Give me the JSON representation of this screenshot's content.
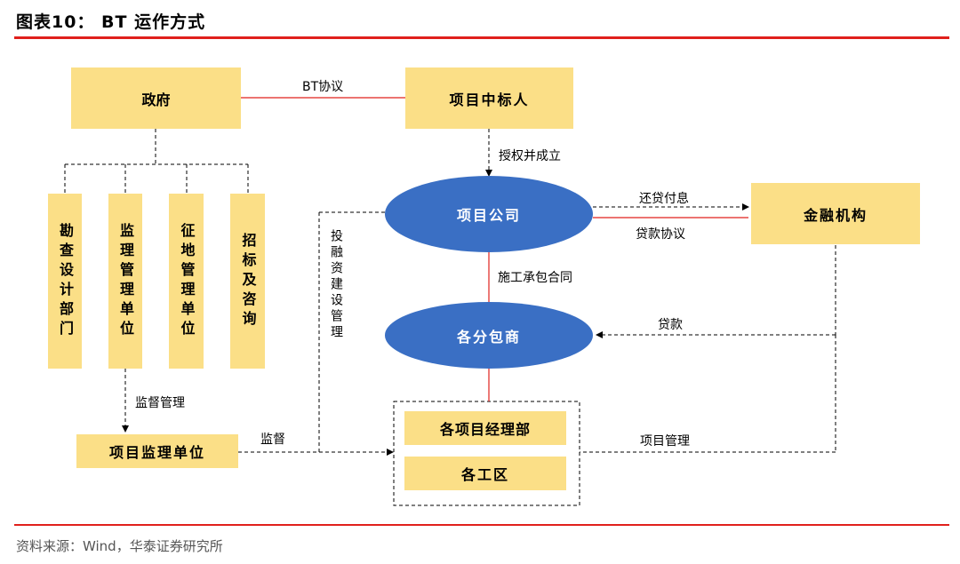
{
  "header": {
    "title": "图表10：  BT 运作方式"
  },
  "footer": {
    "source": "资料来源：Wind，华泰证券研究所"
  },
  "nodes": {
    "government": "政府",
    "bidder": "项目中标人",
    "survey": "勘查设计部门",
    "supervision_unit": "监理管理单位",
    "land": "征地管理单位",
    "bidding": "招标及咨询",
    "project_company": "项目公司",
    "financial": "金融机构",
    "subcontractors": "各分包商",
    "project_supervisor": "项目监理单位",
    "managers": "各项目经理部",
    "work_areas": "各工区"
  },
  "edge_labels": {
    "bt_agreement": "BT协议",
    "authorize": "授权并成立",
    "repay": "还贷付息",
    "loan_agreement": "贷款协议",
    "construction_contract": "施工承包合同",
    "loan": "贷款",
    "investment_mgmt": "投融资建设管理",
    "supervision_mgmt": "监督管理",
    "supervise": "监督",
    "project_mgmt": "项目管理"
  }
}
